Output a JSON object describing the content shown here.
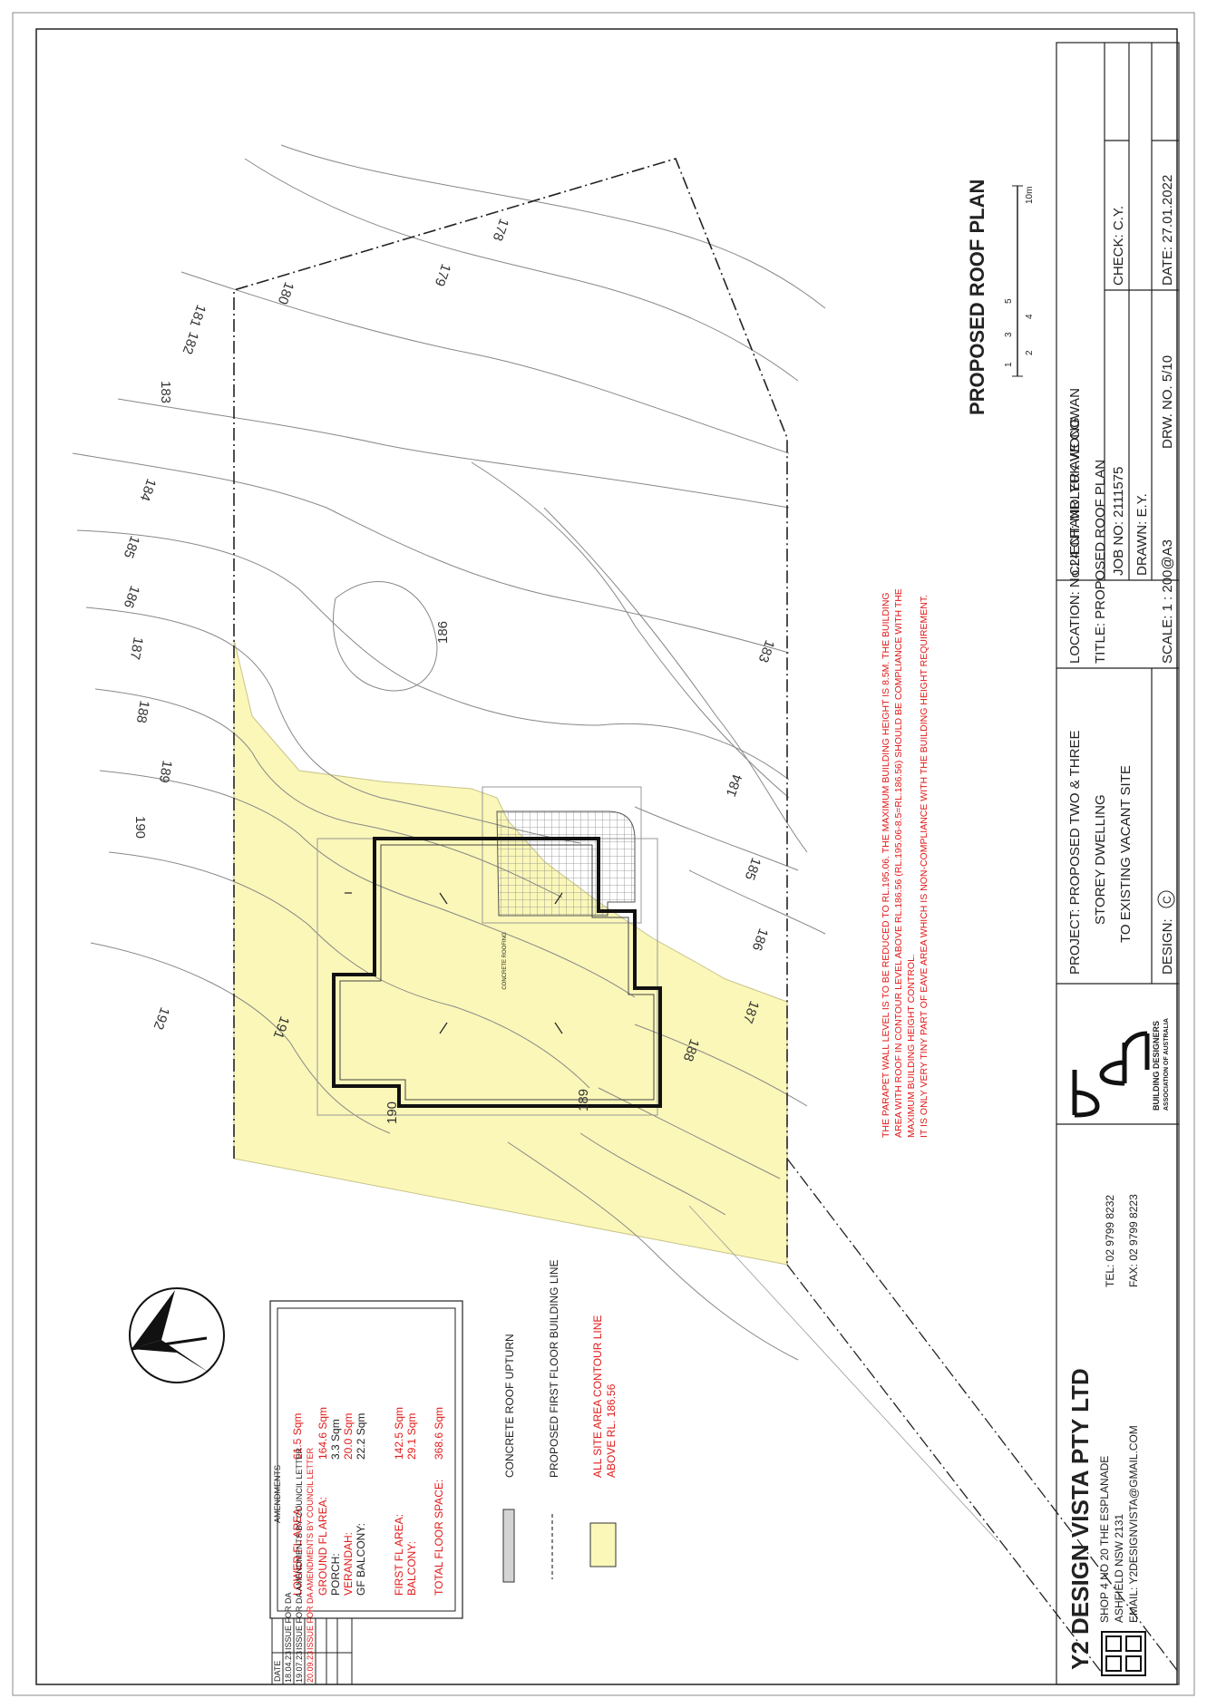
{
  "title_block": {
    "company": "Y2 DESIGN VISTA PTY LTD",
    "address_1": "SHOP 4 NO 20 THE ESPLANADE",
    "address_2": "ASHFIELD NSW 2131",
    "email": "EMAIL: Y2DESIGNVISTA@GMAIL.COM",
    "tel": "TEL: 02 9799 8232",
    "fax": "FAX: 02 9799 8223",
    "bda_line_1": "BUILDING DESIGNERS",
    "bda_line_2": "ASSOCIATION OF AUSTRALIA",
    "project_1": "PROJECT: PROPOSED TWO & THREE",
    "project_2": "STOREY DWELLING",
    "project_3": "TO EXISTING VACANT SITE",
    "design": "DESIGN:",
    "design_mark": "C",
    "location": "LOCATION: No.24 CHANDLER AVE COWAN",
    "title": "TITLE: PROPOSED ROOF PLAN",
    "scale": "SCALE:    1 : 200@A3",
    "drw_no": "DRW. NO.    5/10",
    "client": "CLIENT: MR. YUK WONG",
    "job_no": "JOB NO: 2111575",
    "drawn": "DRAWN: E.Y.",
    "check": "CHECK: C.Y.",
    "date": "DATE:  27.01.2022"
  },
  "amendments": {
    "heading": "AMENDMENTS",
    "date_col": "DATE",
    "rows": [
      {
        "date": "18.04.23",
        "text": "ISSUE FOR DA"
      },
      {
        "date": "19.07.23",
        "text": "ISSUE FOR DA AMENDMENTS BY COUNCIL LETTER"
      },
      {
        "date": "20.09.23",
        "text": "ISSUE FOR DA AMENDMENTS BY COUNCIL LETTER"
      }
    ]
  },
  "areas": {
    "lower_fl_label": "LOWER FL AREA:",
    "lower_fl_value": "61.5 Sqm",
    "ground_fl_label": "GROUND FL AREA:",
    "ground_fl_value": "164.6 Sqm",
    "porch_label": "PORCH:",
    "porch_value": "3.3 Sqm",
    "verandah_label": "VERANDAH:",
    "verandah_value": "20.0 Sqm",
    "gf_balcony_label": "GF BALCONY:",
    "gf_balcony_value": "22.2 Sqm",
    "first_fl_label": "FIRST FL AREA:",
    "first_fl_value": "142.5 Sqm",
    "balcony_label": "BALCONY:",
    "balcony_value": "29.1 Sqm",
    "total_label": "TOTAL FLOOR SPACE:",
    "total_value": "368.6 Sqm"
  },
  "legend": {
    "upturn": "CONCRETE ROOF UPTURN",
    "building_line": "PROPOSED FIRST FLOOR BUILDING LINE",
    "contour_1": "ALL SITE AREA CONTOUR LINE",
    "contour_2": "ABOVE RL. 186.56"
  },
  "plan": {
    "heading": "PROPOSED ROOF PLAN",
    "roof_label": "CONCRETE ROOFING",
    "scale_ticks": [
      "1",
      "2",
      "3",
      "4",
      "5",
      "10m"
    ],
    "note_1": "THE PARAPET WALL LEVEL IS TO BE REDUCED TO RL.195.06. THE MAXIMUM BUILDING HEIGHT IS 8.5M. THE BUILDING",
    "note_2": "AREA WITH ROOF IN CONTOUR LEVEL ABOVE RL.186.56 (RL.195.06-8.5=RL.186.56) SHOULD BE COMPLIANCE WITH THE",
    "note_3": "MAXIMUM BUILDING HEIGHT CONTROL.",
    "note_4": "IT IS ONLY VERY TINY PART OF EAVE AREA WHICH IS NON-COMPLIANCE WITH THE BUILDING HEIGHT REQUIREMENT.",
    "contour_labels": [
      "192",
      "191",
      "190",
      "189",
      "188",
      "187",
      "186",
      "185",
      "184",
      "183",
      "182",
      "181",
      "180",
      "179",
      "178",
      "186",
      "183",
      "184",
      "185",
      "186",
      "187",
      "188",
      "189",
      "190"
    ]
  },
  "colors": {
    "yellow_fill": "#faf7b8",
    "red_text": "#e01a1a",
    "line": "#222222"
  }
}
